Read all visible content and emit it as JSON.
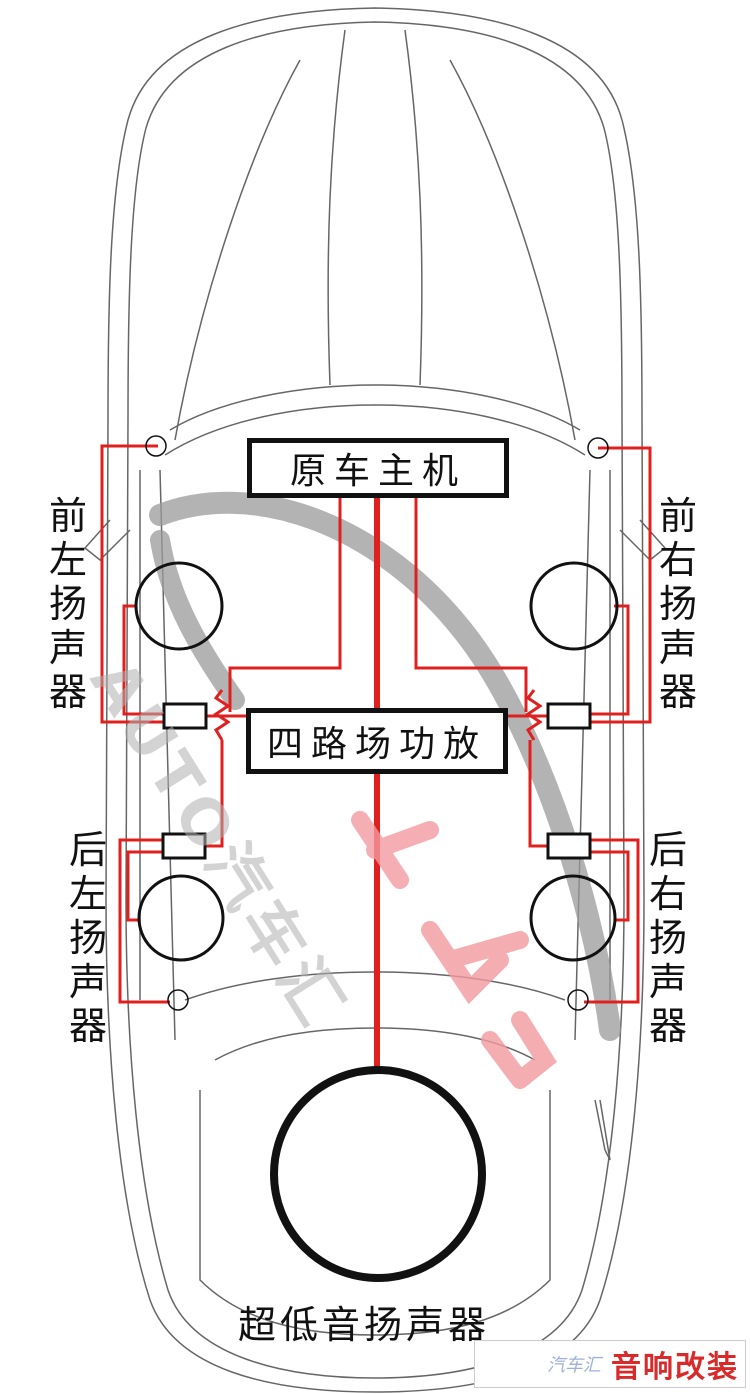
{
  "head_unit_label": "原车主机",
  "amplifier_label": "四路场功放",
  "front_left_label": [
    "前",
    "左",
    "扬",
    "声",
    "器"
  ],
  "front_right_label": [
    "前",
    "右",
    "扬",
    "声",
    "器"
  ],
  "rear_left_label": [
    "后",
    "左",
    "扬",
    "声",
    "器"
  ],
  "rear_right_label": [
    "后",
    "右",
    "扬",
    "声",
    "器"
  ],
  "subwoofer_label": "超低音扬声器",
  "watermark": {
    "diagonal_text": "AUTO汽车汇",
    "brand_logo_text": "汽车汇",
    "brand_tagline": "音响改装"
  },
  "colors": {
    "wire": "#e0201e",
    "outline": "#111111",
    "car_line": "#555555",
    "watermark_gray": "#9a9a9a",
    "watermark_red": "#f29aa0"
  }
}
